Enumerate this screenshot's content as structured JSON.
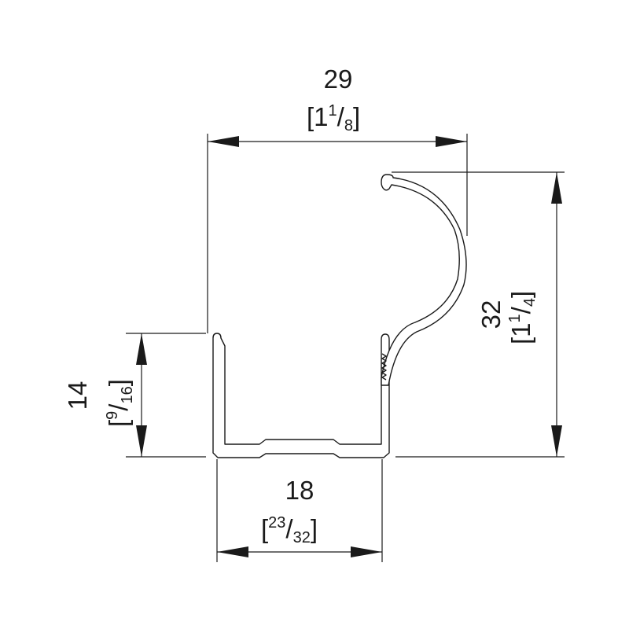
{
  "dimensions": {
    "top_width": {
      "mm": "29",
      "inch_whole": "1",
      "inch_num": "1",
      "inch_den": "8"
    },
    "right_height": {
      "mm": "32",
      "inch_whole": "1",
      "inch_num": "1",
      "inch_den": "4"
    },
    "left_height": {
      "mm": "14",
      "inch_num": "9",
      "inch_den": "16"
    },
    "bottom_width": {
      "mm": "18",
      "inch_num": "23",
      "inch_den": "32"
    }
  },
  "colors": {
    "line": "#1a1a1a",
    "profile_fill": "#ffffff"
  }
}
